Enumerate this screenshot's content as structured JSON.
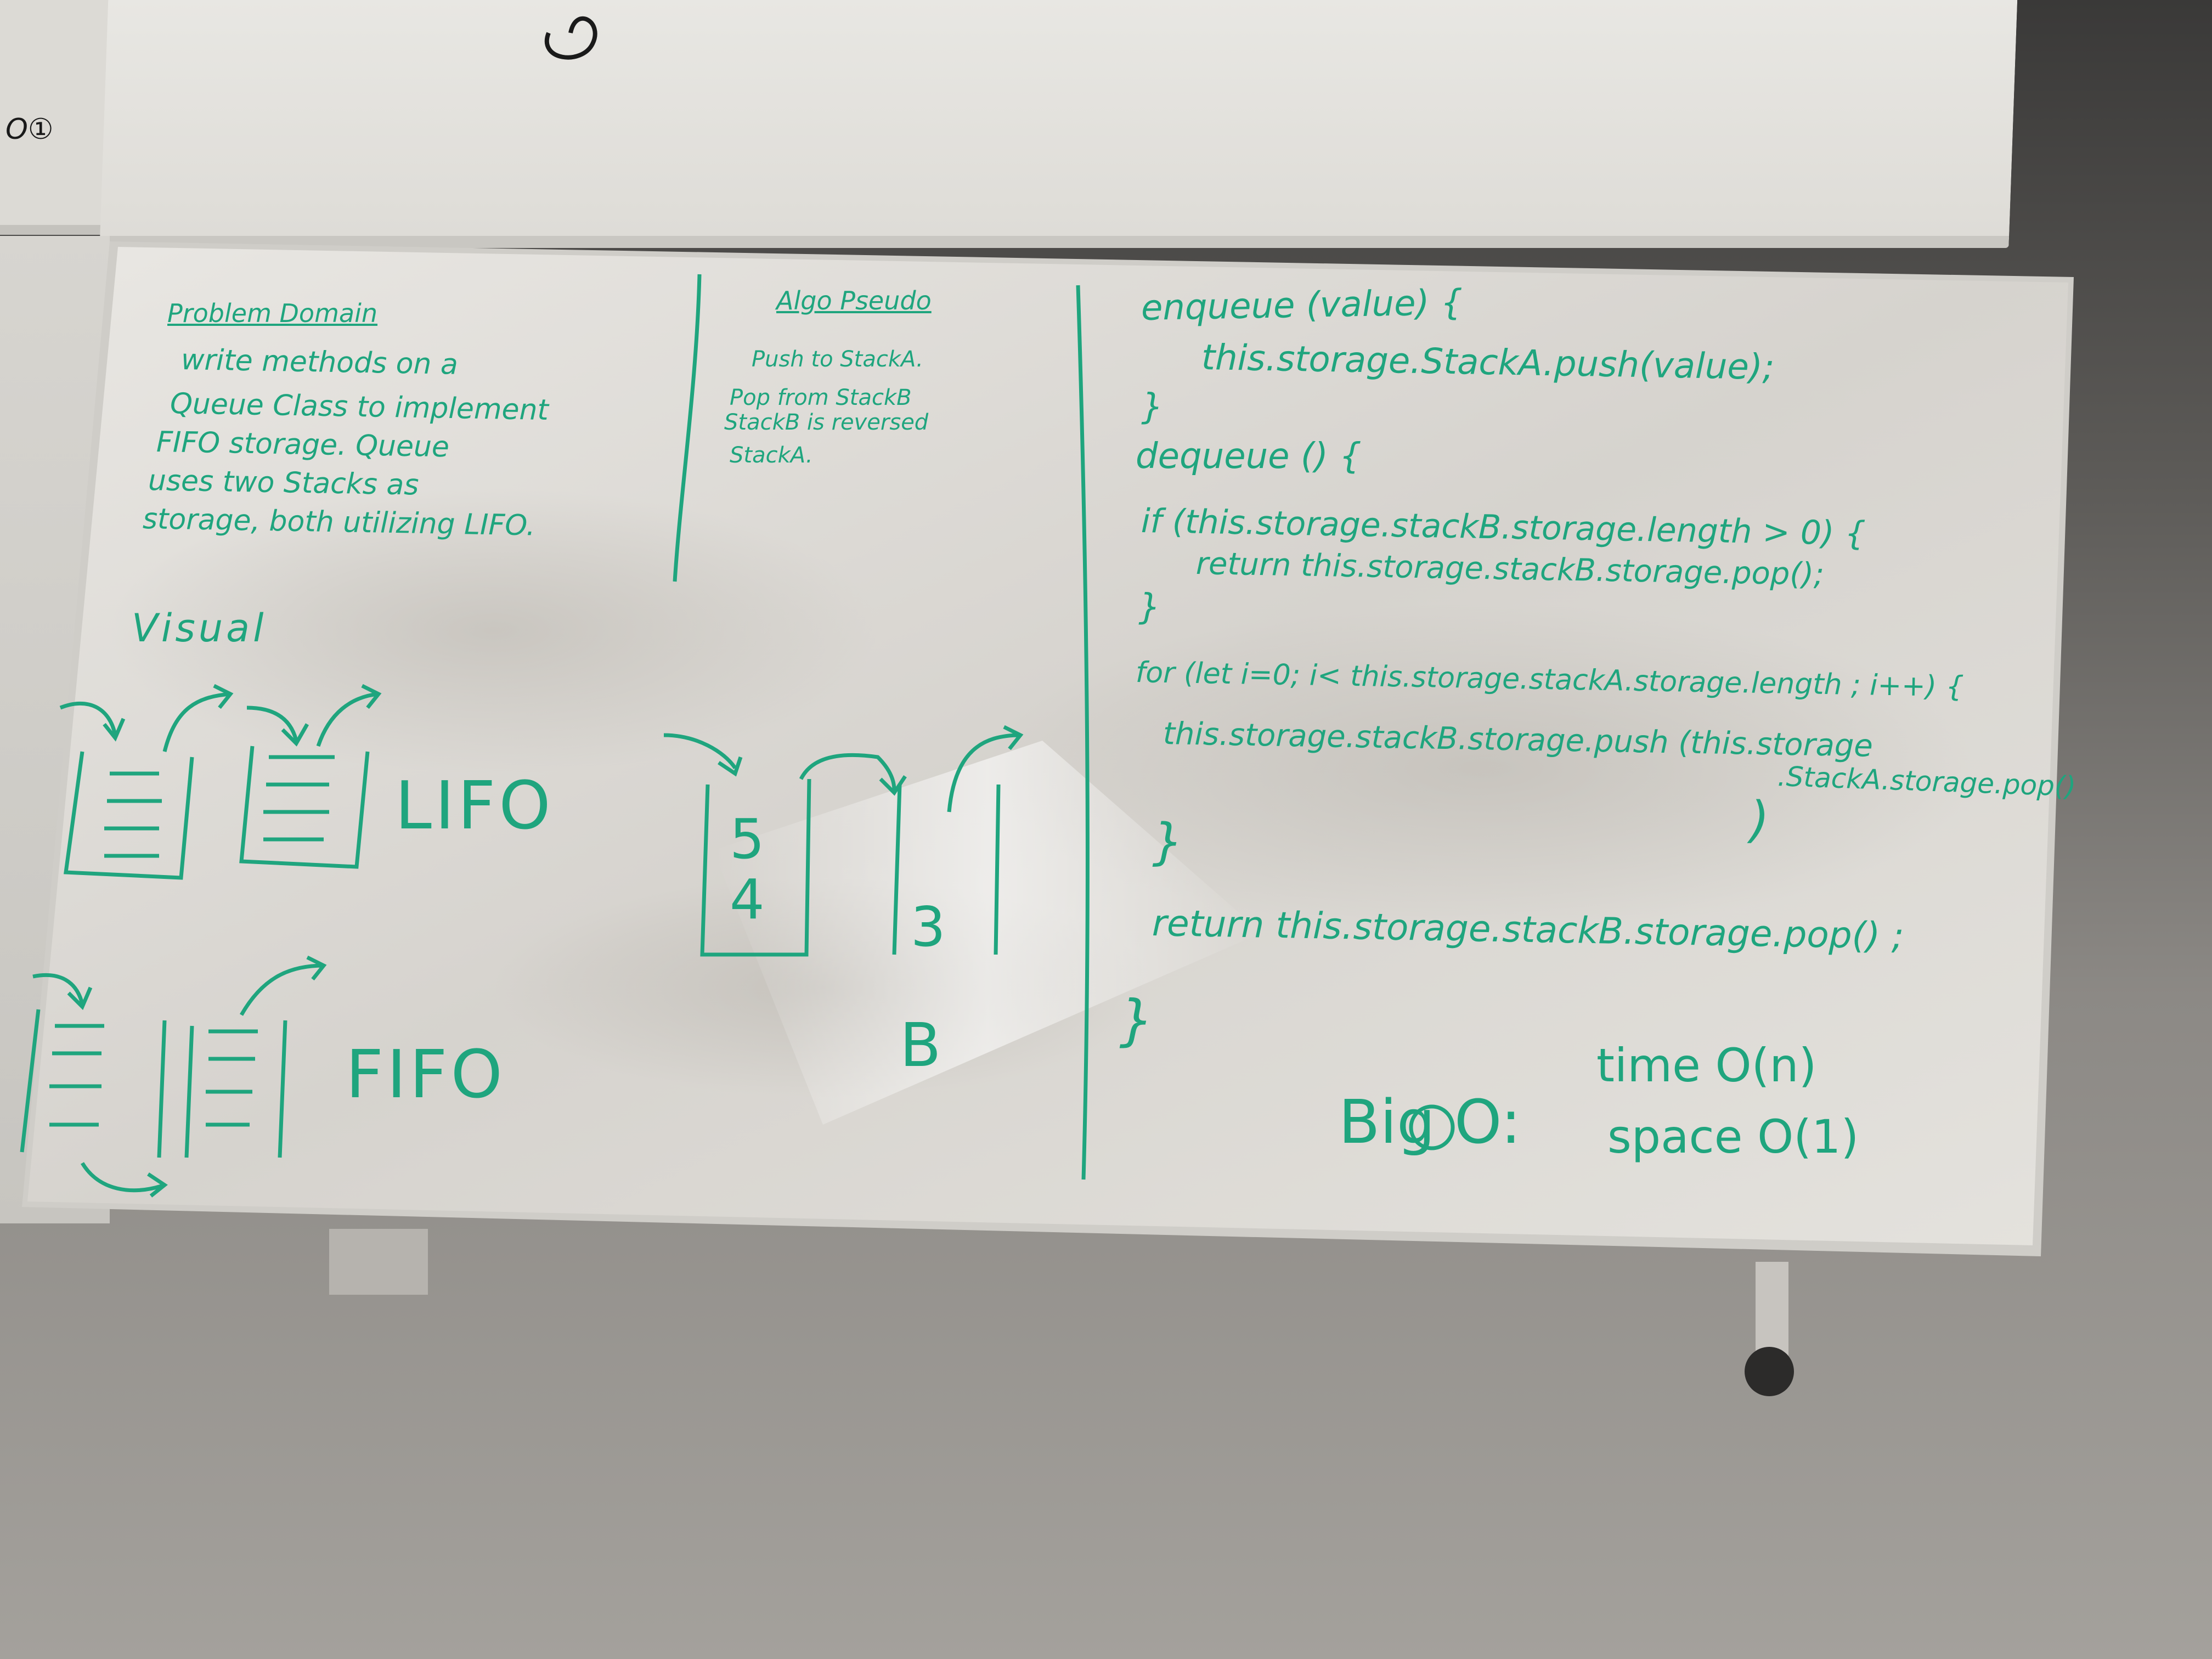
{
  "colors": {
    "marker": "#1fa57e",
    "board": "#e6e4df",
    "floor": "#8e8b86"
  },
  "problem_domain": {
    "heading": "Problem Domain",
    "lines": [
      "write methods on a",
      "Queue Class to implement",
      "FIFO storage. Queue",
      "uses two Stacks as",
      "storage, both utilizing LIFO."
    ]
  },
  "algo": {
    "heading": "Algo Pseudo",
    "lines": [
      "Push to StackA.",
      "Pop from StackB",
      "StackB is reversed",
      "StackA."
    ]
  },
  "visual": {
    "heading": "Visual",
    "lifo": "LIFO",
    "fifo": "FIFO",
    "stack_items": [
      "5",
      "4",
      "3"
    ],
    "stack_b": "B"
  },
  "code": {
    "lines": [
      "enqueue (value) {",
      "this.storage.StackA.push(value);",
      "}",
      "dequeue () {",
      "if (this.storage.stackB.storage.length > 0) {",
      "return this.storage.stackB.storage.pop();",
      "}",
      "for (let i=0; i< this.storage.stackA.storage.length ; i++) {",
      "this.storage.stackB.storage.push (this.storage",
      ".StackA.storage.pop()",
      ")",
      "}",
      "return this.storage.stackB.storage.pop() ;",
      "}"
    ]
  },
  "big_o": {
    "label": "Big O:",
    "time": "time O(n)",
    "space": "space O(1)"
  },
  "corner_text": "O①"
}
